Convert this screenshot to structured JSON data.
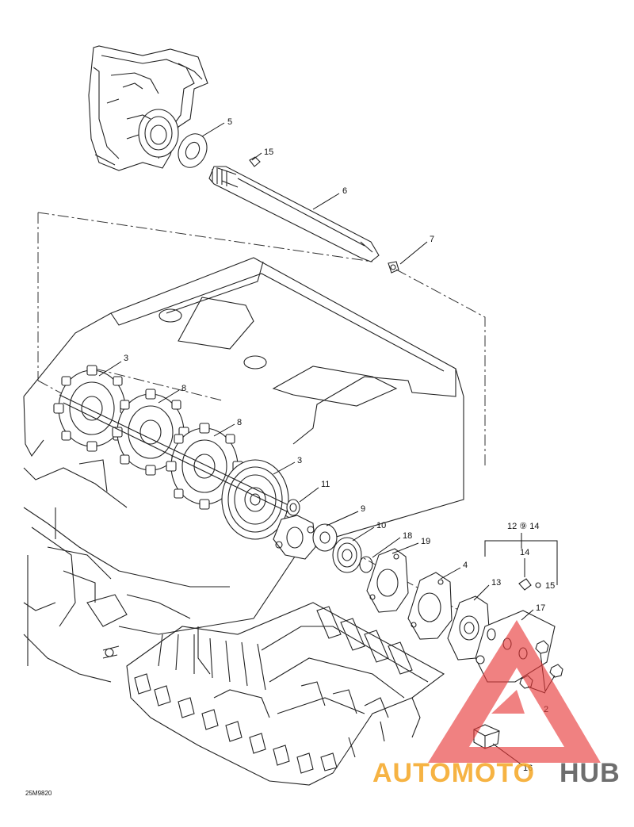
{
  "diagram": {
    "callouts": [
      {
        "id": "c5",
        "label": "5"
      },
      {
        "id": "c15a",
        "label": "15"
      },
      {
        "id": "c6",
        "label": "6"
      },
      {
        "id": "c7",
        "label": "7"
      },
      {
        "id": "c3a",
        "label": "3"
      },
      {
        "id": "c8a",
        "label": "8"
      },
      {
        "id": "c8b",
        "label": "8"
      },
      {
        "id": "c3b",
        "label": "3"
      },
      {
        "id": "c11",
        "label": "11"
      },
      {
        "id": "c9",
        "label": "9"
      },
      {
        "id": "c10",
        "label": "10"
      },
      {
        "id": "c18",
        "label": "18"
      },
      {
        "id": "c19",
        "label": "19"
      },
      {
        "id": "c4",
        "label": "4"
      },
      {
        "id": "c13",
        "label": "13"
      },
      {
        "id": "c12_14",
        "label": "12 ⑨ 14"
      },
      {
        "id": "c14",
        "label": "14"
      },
      {
        "id": "c15b",
        "label": "15"
      },
      {
        "id": "c17",
        "label": "17"
      },
      {
        "id": "c2",
        "label": "2"
      },
      {
        "id": "c16",
        "label": "16"
      }
    ],
    "drawing_code": "25M9820"
  },
  "watermark": {
    "part1": "AUTOMOTO",
    "part2": "HUB",
    "color_primary": "#f5a623",
    "color_secondary": "#555555",
    "triangle_color": "#e83a3a"
  }
}
